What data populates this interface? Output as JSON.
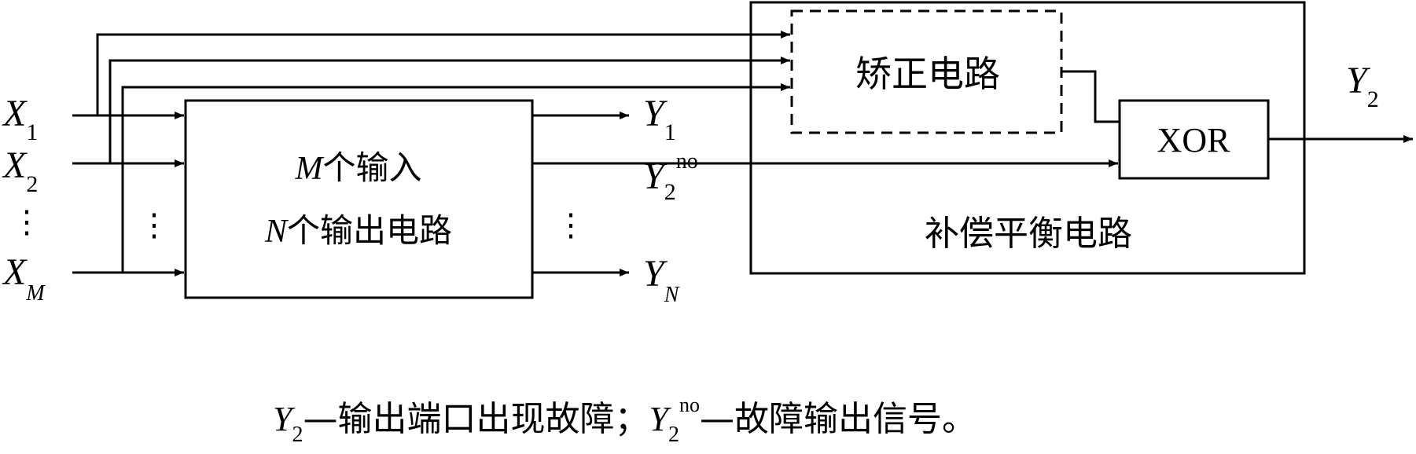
{
  "blocks": {
    "main_circuit": {
      "line1_var": "M",
      "line1_text": "个输入",
      "line2_var": "N",
      "line2_text": "个输出电路"
    },
    "correction_circuit": "矫正电路",
    "xor_gate": "XOR",
    "compensation_balance_circuit": "补偿平衡电路"
  },
  "inputs": [
    {
      "base": "X",
      "sub": "1"
    },
    {
      "base": "X",
      "sub": "2"
    },
    {
      "base": "X",
      "sub": "M"
    }
  ],
  "outputs": [
    {
      "base": "Y",
      "sub": "1",
      "sup": ""
    },
    {
      "base": "Y",
      "sub": "2",
      "sup": "no"
    },
    {
      "base": "Y",
      "sub": "N",
      "sup": ""
    }
  ],
  "final_output": {
    "base": "Y",
    "sub": "2"
  },
  "ellipsis": "⋮",
  "caption": {
    "part1_base": "Y",
    "part1_sub": "2",
    "part1_text": "—输出端口出现故障；",
    "part2_base": "Y",
    "part2_sub": "2",
    "part2_sup": "no",
    "part2_text": "—故障输出信号。"
  }
}
